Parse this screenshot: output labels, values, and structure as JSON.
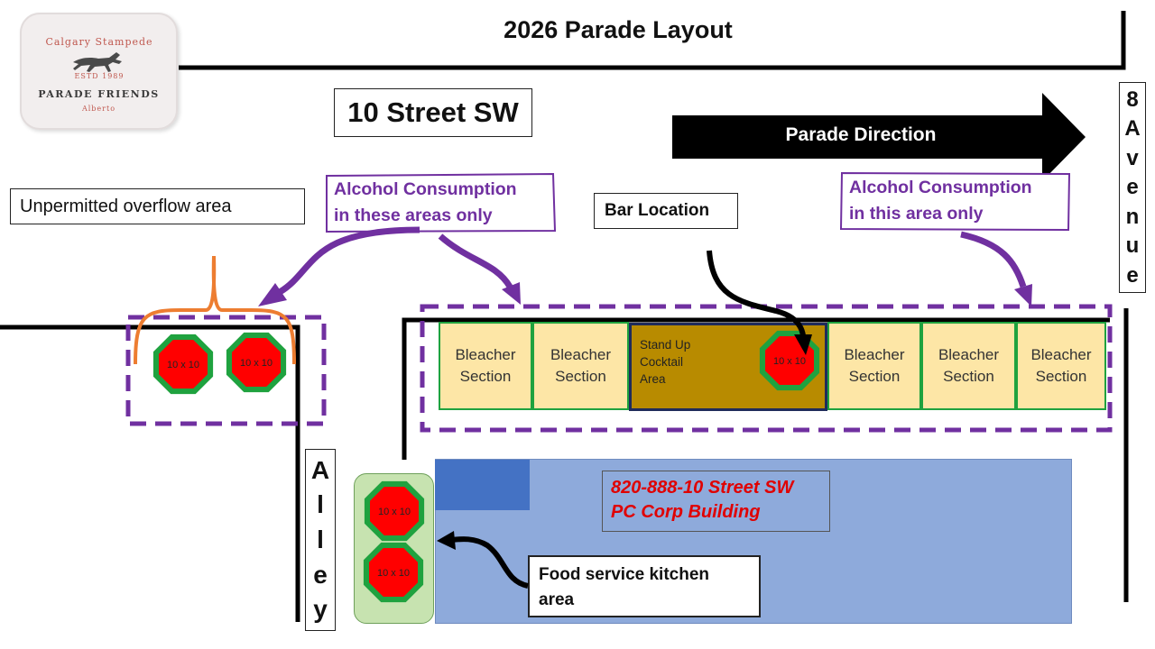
{
  "title": "2026 Parade Layout",
  "street_label": "10 Street SW",
  "avenue_label": [
    "8",
    "A",
    "v",
    "e",
    "n",
    "u",
    "e"
  ],
  "alley_label": [
    "A",
    "l",
    "l",
    "e",
    "y"
  ],
  "parade_direction": "Parade Direction",
  "overflow_area": "Unpermitted  overflow area",
  "bar_location": "Bar Location",
  "alcohol_notes": {
    "left_line1": "Alcohol Consumption",
    "left_line2": "in these areas only",
    "right_line1": "Alcohol Consumption",
    "right_line2": "in this area only"
  },
  "bleachers": [
    {
      "line1": "Bleacher",
      "line2": "Section"
    },
    {
      "line1": "Bleacher",
      "line2": "Section"
    },
    {
      "line1": "Bleacher",
      "line2": "Section"
    },
    {
      "line1": "Bleacher",
      "line2": "Section"
    },
    {
      "line1": "Bleacher",
      "line2": "Section"
    }
  ],
  "cocktail_area": {
    "line1": "Stand Up",
    "line2": "Cocktail",
    "line3": "Area"
  },
  "tent_label": "10 x 10",
  "building": {
    "line1": "820-888-10 Street SW",
    "line2": "PC Corp Building"
  },
  "kitchen": {
    "line1": "Food service kitchen",
    "line2": "area"
  },
  "logo": {
    "top": "Calgary Stampede",
    "estd": "ESTD 1989",
    "main": "PARADE FRIENDS",
    "sub": "Alberto"
  },
  "colors": {
    "purple": "#7030a0",
    "tent_red": "#ff0000",
    "tent_ring": "#1fa23f",
    "bleacher_fill": "#fde6a6",
    "cocktail_fill": "#b88b00",
    "building_fill": "#8eaadb",
    "bracket_orange": "#ed7d31"
  }
}
